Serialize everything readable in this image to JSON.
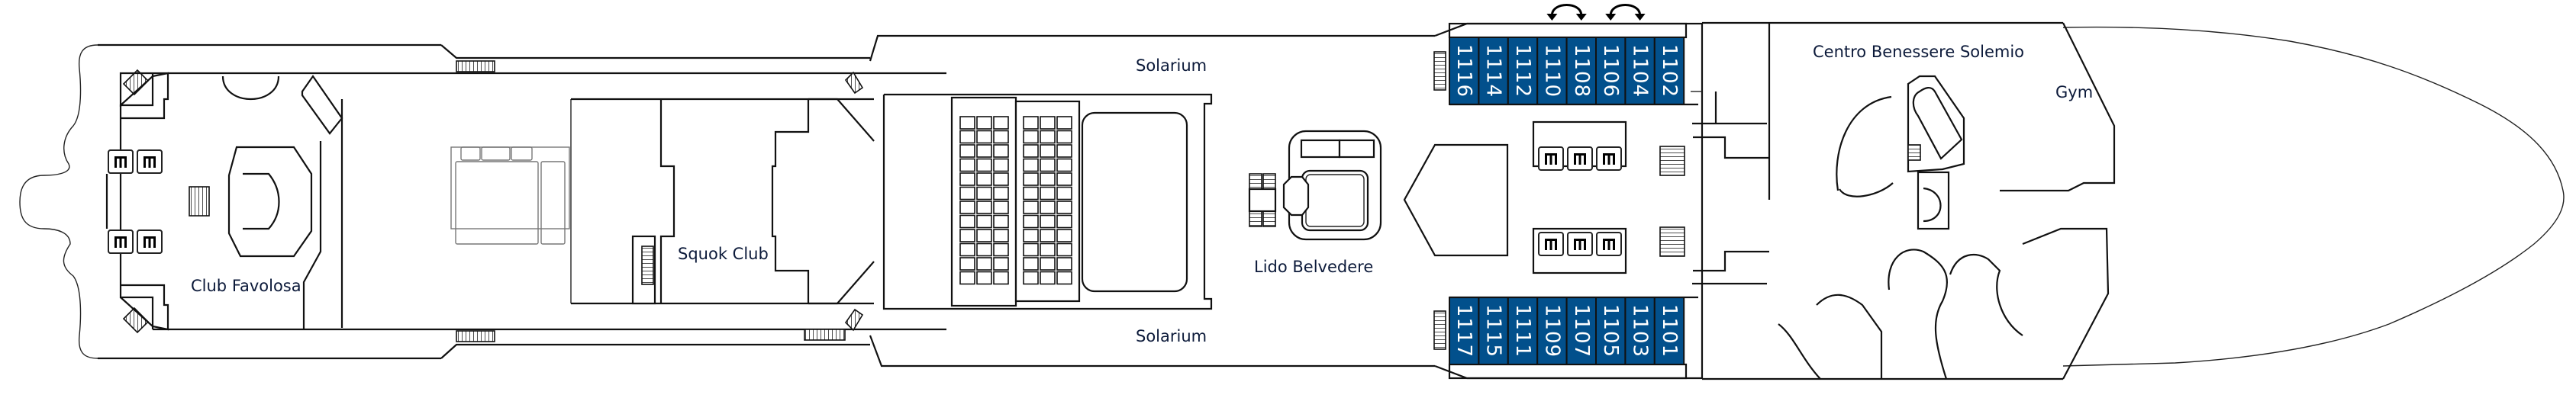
{
  "deck_plan": {
    "cabin_color": "#02508c",
    "line_color": "#111111",
    "label_color": "#0c1a3a",
    "areas": [
      {
        "id": "club-favolosa",
        "label": "Club Favolosa"
      },
      {
        "id": "squok-club",
        "label": "Squok Club"
      },
      {
        "id": "solarium-top",
        "label": "Solarium"
      },
      {
        "id": "solarium-bottom",
        "label": "Solarium"
      },
      {
        "id": "lido-belvedere",
        "label": "Lido Belvedere"
      },
      {
        "id": "centro-benessere",
        "label": "Centro Benessere Solemio"
      },
      {
        "id": "gym",
        "label": "Gym"
      }
    ],
    "cabins_port": [
      "1116",
      "1114",
      "1112",
      "1110",
      "1108",
      "1106",
      "1104",
      "1102"
    ],
    "cabins_starboard": [
      "1117",
      "1115",
      "1111",
      "1109",
      "1107",
      "1105",
      "1103",
      "1101"
    ],
    "connecting_cabins": [
      [
        "1110",
        "1108"
      ],
      [
        "1106",
        "1104"
      ]
    ],
    "icons": {
      "elevator": "elevator-icon",
      "stairs": "stairs-icon",
      "connecting": "connecting-cabins-icon"
    }
  }
}
